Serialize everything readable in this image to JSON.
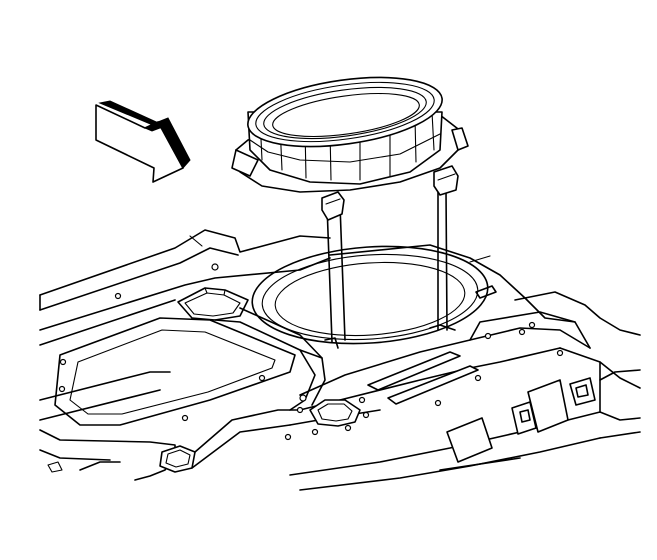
{
  "diagram": {
    "parts": [
      "view-arrow",
      "speaker-enclosure",
      "mounting-guide-lines",
      "floor-panel",
      "speaker-opening"
    ],
    "colors": {
      "line": "#000000",
      "fill": "#ffffff"
    }
  }
}
